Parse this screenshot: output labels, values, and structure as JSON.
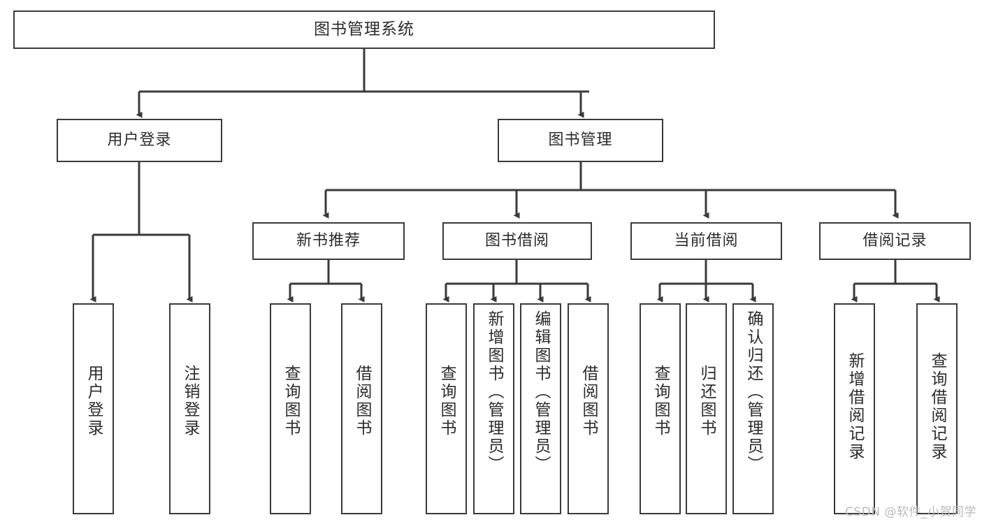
{
  "diagram": {
    "title": "图书管理系统",
    "type": "tree",
    "background": "#ffffff",
    "line_color": "#3a3a3a",
    "box_fill": "#ffffff",
    "text_color": "#2b2b2b",
    "root": {
      "id": "root",
      "label": "图书管理系统",
      "orientation": "horizontal"
    },
    "level1": [
      {
        "id": "user-login",
        "label": "用户登录",
        "orientation": "horizontal"
      },
      {
        "id": "book-manage",
        "label": "图书管理",
        "orientation": "horizontal"
      }
    ],
    "level2": [
      {
        "id": "new-book-rec",
        "label": "新书推荐",
        "orientation": "horizontal",
        "parent": "book-manage"
      },
      {
        "id": "book-borrow",
        "label": "图书借阅",
        "orientation": "horizontal",
        "parent": "book-manage"
      },
      {
        "id": "current-borrow",
        "label": "当前借阅",
        "orientation": "horizontal",
        "parent": "book-manage"
      },
      {
        "id": "borrow-record",
        "label": "借阅记录",
        "orientation": "horizontal",
        "parent": "book-manage"
      }
    ],
    "leaves": [
      {
        "id": "leaf-user-login",
        "label": "用户登录",
        "parent": "user-login",
        "orientation": "vertical"
      },
      {
        "id": "leaf-logout",
        "label": "注销登录",
        "parent": "user-login",
        "orientation": "vertical"
      },
      {
        "id": "leaf-query-book-1",
        "label": "查询图书",
        "parent": "new-book-rec",
        "orientation": "vertical"
      },
      {
        "id": "leaf-borrow-book-1",
        "label": "借阅图书",
        "parent": "new-book-rec",
        "orientation": "vertical"
      },
      {
        "id": "leaf-query-book-2",
        "label": "查询图书",
        "parent": "book-borrow",
        "orientation": "vertical"
      },
      {
        "id": "leaf-add-book",
        "label": "新增图书（管理员）",
        "parent": "book-borrow",
        "orientation": "vertical"
      },
      {
        "id": "leaf-edit-book",
        "label": "编辑图书（管理员）",
        "parent": "book-borrow",
        "orientation": "vertical"
      },
      {
        "id": "leaf-borrow-book-2",
        "label": "借阅图书",
        "parent": "book-borrow",
        "orientation": "vertical"
      },
      {
        "id": "leaf-query-book-3",
        "label": "查询图书",
        "parent": "current-borrow",
        "orientation": "vertical"
      },
      {
        "id": "leaf-return-book",
        "label": "归还图书",
        "parent": "current-borrow",
        "orientation": "vertical"
      },
      {
        "id": "leaf-confirm-return",
        "label": "确认归还（管理员）",
        "parent": "current-borrow",
        "orientation": "vertical"
      },
      {
        "id": "leaf-add-record",
        "label": "新增借阅记录",
        "parent": "borrow-record",
        "orientation": "vertical"
      },
      {
        "id": "leaf-query-record",
        "label": "查询借阅记录",
        "parent": "borrow-record",
        "orientation": "vertical"
      }
    ]
  },
  "watermark": {
    "text": "CSDN @软件_小贺同学"
  }
}
